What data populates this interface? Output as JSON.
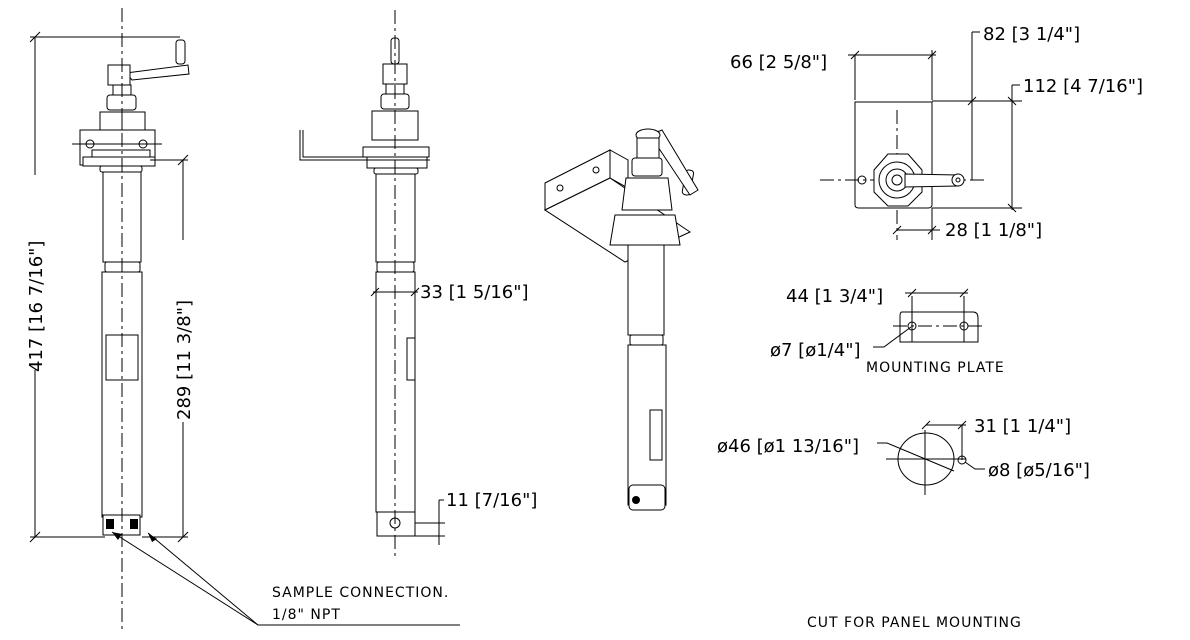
{
  "dimensions": {
    "overall_length": "417 [16 7/16\"]",
    "insertion_length": "289 [11 3/8\"]",
    "tube_diameter": "33 [1 5/16\"]",
    "sample_port_offset": "11 [7/16\"]",
    "plate_width": "66 [2 5/8\"]",
    "handle_reach": "82 [3 1/4\"]",
    "plate_height": "112 [4 7/16\"]",
    "center_offset": "28 [1 1/8\"]",
    "hole_spacing": "44 [1 3/4\"]",
    "hole_diameter": "ø7 [ø1/4\"]",
    "cut_spacing": "31 [1 1/4\"]",
    "cut_diameter": "ø46 [ø1 13/16\"]",
    "pin_hole_diameter": "ø8 [ø5/16\"]"
  },
  "labels": {
    "sample_connection_line1": "SAMPLE CONNECTION.",
    "sample_connection_line2": "1/8\" NPT",
    "mounting_plate": "MOUNTING PLATE",
    "panel_cut": "CUT FOR PANEL MOUNTING"
  }
}
